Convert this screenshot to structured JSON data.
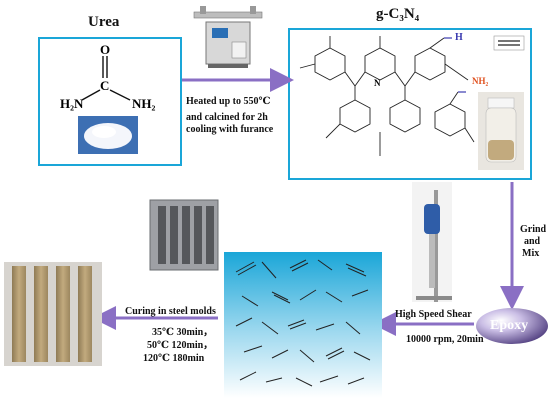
{
  "urea": {
    "title": "Urea",
    "atom_o": "O",
    "atom_c": "C",
    "amine_left": "H₂N",
    "amine_right": "NH₂"
  },
  "heat": {
    "line1": "Heated up to 550℃",
    "line2": "and calcined for 2h",
    "line3": "cooling with furance"
  },
  "gcn": {
    "title": "g-C₃N₄",
    "atom_n": "N",
    "atom_h": "H",
    "nh2": "NH₂"
  },
  "grind": {
    "line1": "Grind",
    "line2": "and",
    "line3": "Mix"
  },
  "epoxy": {
    "label": "Epoxy"
  },
  "shear": {
    "line1": "High Speed Shear",
    "line2": "10000 rpm, 20min"
  },
  "curing": {
    "title": "Curing in steel molds",
    "line1": "35℃ 30min，",
    "line2": "50℃ 120min，",
    "line3": "120℃ 180min"
  },
  "colors": {
    "frame": "#1aa6d8",
    "arrow": "#8a6fc4",
    "epoxy_dark": "#3d2a6f",
    "hydrogen": "#3b3bb0",
    "amine": "#e0501e",
    "sample": "#c2aa7e"
  }
}
